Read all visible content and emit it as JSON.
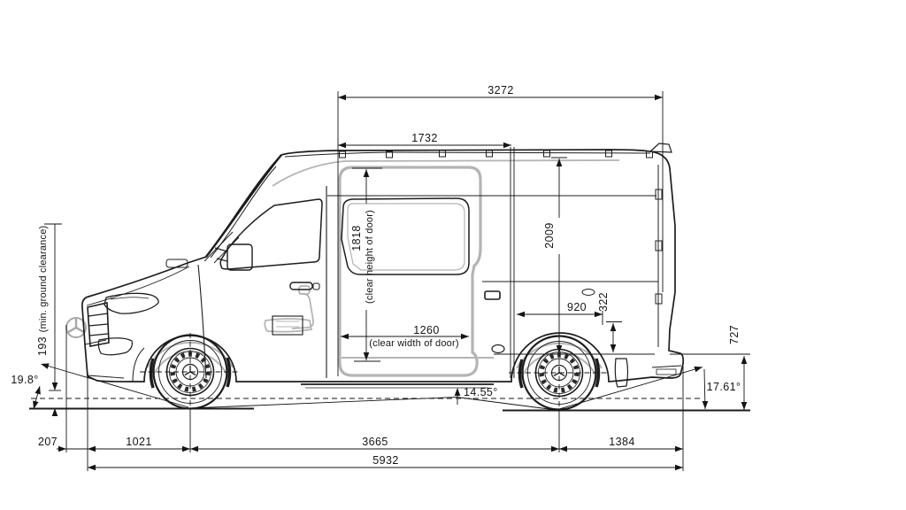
{
  "labels": {
    "upper_length": "3272",
    "door_top_width": "1732",
    "door_clear_height": "1818",
    "door_clear_height_note": "(clear height of door)",
    "interior_height": "2009",
    "wheelhouse_length": "920",
    "wheelhouse_height": "322",
    "door_clear_width": "1260",
    "door_clear_width_note": "(clear width of door)",
    "ground_clearance": "193",
    "ground_clearance_note": "(min. ground clearance)",
    "approach_angle": "19.8°",
    "breakover_angle": "14.55°",
    "departure_angle": "17.61°",
    "rear_step_height": "727",
    "front_tip_offset": "207",
    "front_overhang": "1021",
    "wheelbase": "3665",
    "rear_overhang": "1384",
    "overall_length": "5932"
  },
  "icons": {
    "grille_emblem": "mercedes-three-pointed-star"
  },
  "colors": {
    "line": "#1d1d1d",
    "grey": "#b4b4b4",
    "background": "#ffffff"
  }
}
